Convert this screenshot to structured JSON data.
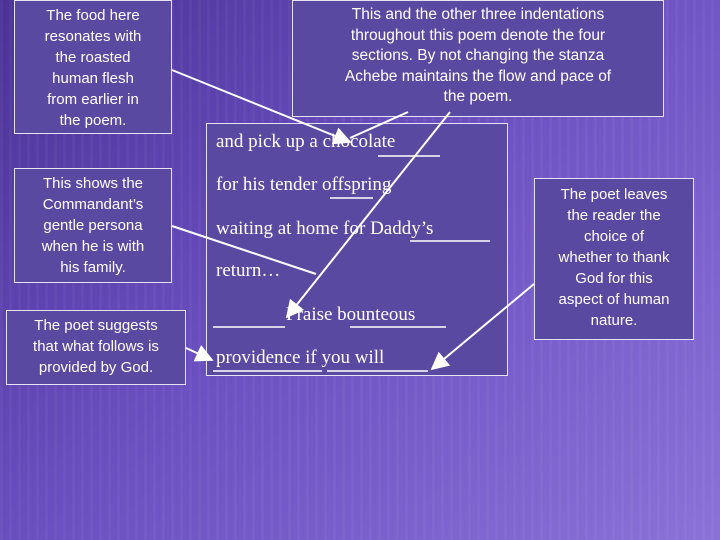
{
  "notes": {
    "food": [
      "The food here",
      "resonates with",
      "the roasted",
      "human flesh",
      "from earlier in",
      "the poem."
    ],
    "indent": [
      "This and the other three indentations",
      "throughout this poem denote the four",
      "sections. By not changing the stanza",
      "Achebe maintains the flow and pace of",
      "the poem."
    ],
    "commandant": [
      "This shows the",
      "Commandant’s",
      "gentle persona",
      "when he is with",
      "his family."
    ],
    "god": [
      "The poet suggests",
      "that what follows is",
      "provided by God."
    ],
    "leaves": [
      "The poet leaves",
      "the reader the",
      "choice of",
      "whether to thank",
      "God for this",
      "aspect of human",
      "nature."
    ]
  },
  "poem": {
    "line1": "and pick up a chocolate",
    "line2": "for his tender offspring",
    "line3": "waiting at home for Daddy’s",
    "line4": "return…",
    "line5": "Praise bounteous",
    "line6": "providence if you will"
  },
  "colors": {
    "background": "#5b40ad",
    "box_fill": "#5a49a0",
    "text": "#ffffff",
    "arrow": "#ffffff"
  }
}
